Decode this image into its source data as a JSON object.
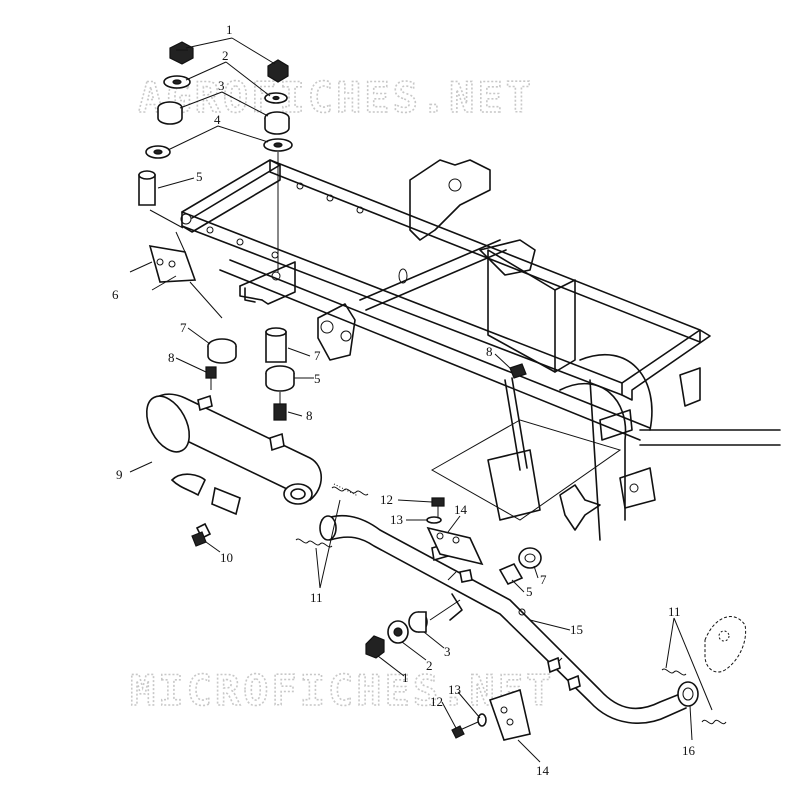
{
  "watermarks": {
    "top": "AGROFICHES.NET",
    "bottom": "MICROFICHES.NET"
  },
  "callouts": {
    "c1": "1",
    "c2": "2",
    "c3": "3",
    "c4": "4",
    "c5": "5",
    "c6": "6",
    "c7": "7",
    "c8a": "8",
    "c7b": "7",
    "c5b": "5",
    "c8b": "8",
    "c8c": "8",
    "c9": "9",
    "c10": "10",
    "c11": "11",
    "c12": "12",
    "c13": "13",
    "c14": "14",
    "c7c": "7",
    "c5c": "5",
    "c15": "15",
    "c3b": "3",
    "c2b": "2",
    "c1b": "1",
    "c11b": "11",
    "c16": "16",
    "c13b": "13",
    "c12b": "12",
    "c14b": "14"
  }
}
